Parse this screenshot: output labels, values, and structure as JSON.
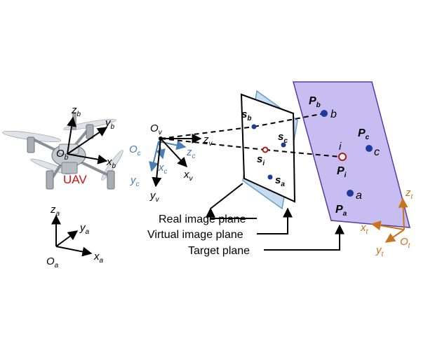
{
  "uav": {
    "label": "UAV",
    "frame": {
      "origin": "O",
      "origin_sub": "b",
      "x": "x",
      "x_sub": "b",
      "y": "y",
      "y_sub": "b",
      "z": "z",
      "z_sub": "b"
    }
  },
  "world_frame": {
    "origin": "O",
    "origin_sub": "a",
    "x": "x",
    "x_sub": "a",
    "y": "y",
    "y_sub": "a",
    "z": "z",
    "z_sub": "a"
  },
  "virtual_camera_frame": {
    "origin": "O",
    "origin_sub": "v",
    "x": "x",
    "x_sub": "v",
    "y": "y",
    "y_sub": "v",
    "z": "z",
    "z_sub": "v"
  },
  "camera_frame": {
    "origin": "O",
    "origin_sub": "c",
    "x": "x",
    "x_sub": "c",
    "y": "y",
    "y_sub": "c",
    "z": "z",
    "z_sub": "c"
  },
  "target_frame": {
    "origin": "O",
    "origin_sub": "t",
    "x": "x",
    "x_sub": "t",
    "y": "y",
    "y_sub": "t",
    "z": "z",
    "z_sub": "t"
  },
  "image_points": [
    {
      "main": "s",
      "sub": "b"
    },
    {
      "main": "s",
      "sub": "c"
    },
    {
      "main": "s",
      "sub": "i"
    },
    {
      "main": "s",
      "sub": "a"
    }
  ],
  "target_points": [
    {
      "main": "P",
      "sub": "b",
      "tag": "b"
    },
    {
      "main": "P",
      "sub": "c",
      "tag": "c"
    },
    {
      "main": "P",
      "sub": "i",
      "tag": "i"
    },
    {
      "main": "P",
      "sub": "a",
      "tag": "a"
    }
  ],
  "plane_labels": {
    "real": "Real image plane",
    "virtual": "Virtual image plane",
    "target": "Target plane"
  },
  "colors": {
    "black": "#000000",
    "uav_label": "#cc1111",
    "camera_frame": "#4a7fb5",
    "target_frame": "#c8731e",
    "point_blue": "#1f3a9e",
    "point_red": "#b01818",
    "target_plane_fill": "#c8bdf0",
    "target_plane_stroke": "#5a3aa0",
    "virtual_plane_fill": "#c6dcef",
    "virtual_plane_stroke": "#6a9cc8"
  }
}
